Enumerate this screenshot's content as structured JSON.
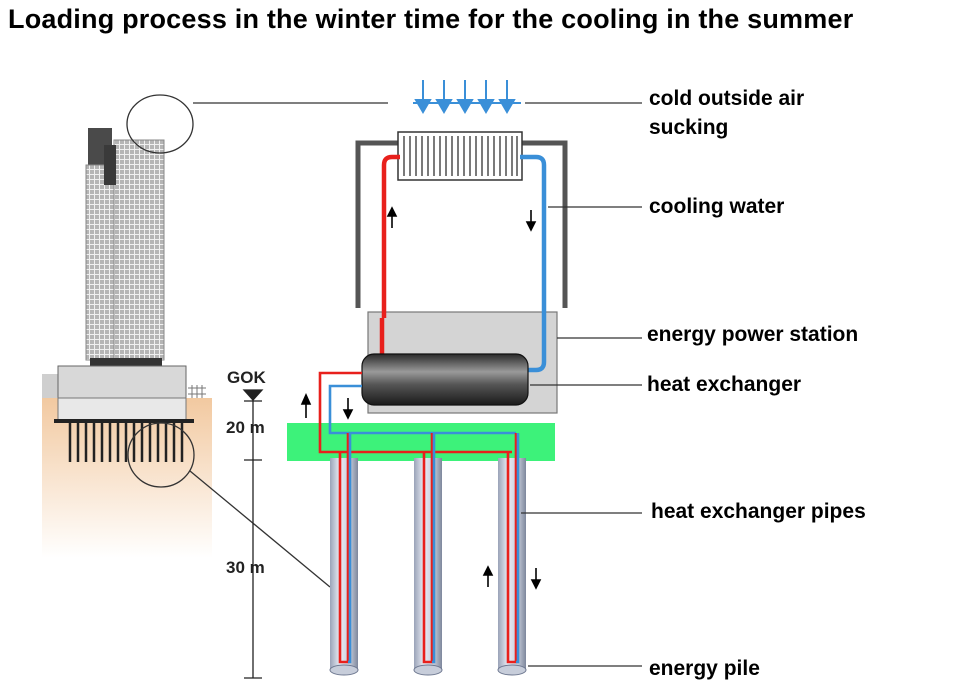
{
  "title": "Loading process in the winter time for the cooling in the summer",
  "labels": {
    "cold_air_line1": "cold outside air",
    "cold_air_line2": "sucking",
    "cooling_water": "cooling water",
    "energy_power_station": "energy power station",
    "heat_exchanger": "heat exchanger",
    "heat_exchanger_pipes": "heat exchanger pipes",
    "energy_pile": "energy pile"
  },
  "dimensions": {
    "gok": "GOK",
    "depth_20": "20 m",
    "depth_30": "30 m"
  },
  "colors": {
    "hot_pipe": "#e8201c",
    "cold_pipe": "#3a8fd8",
    "ground_layer": "#3df27a",
    "station": "#d4d4d4",
    "soil": "#f4d6b4"
  }
}
